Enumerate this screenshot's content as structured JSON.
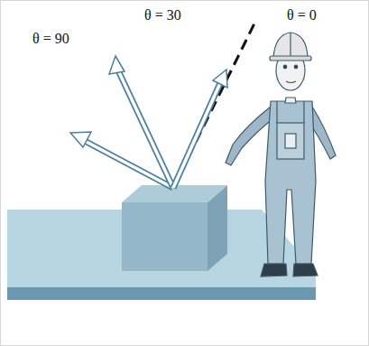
{
  "diagram": {
    "labels": [
      "θ = 90",
      "θ = 30",
      "θ = 0"
    ]
  }
}
